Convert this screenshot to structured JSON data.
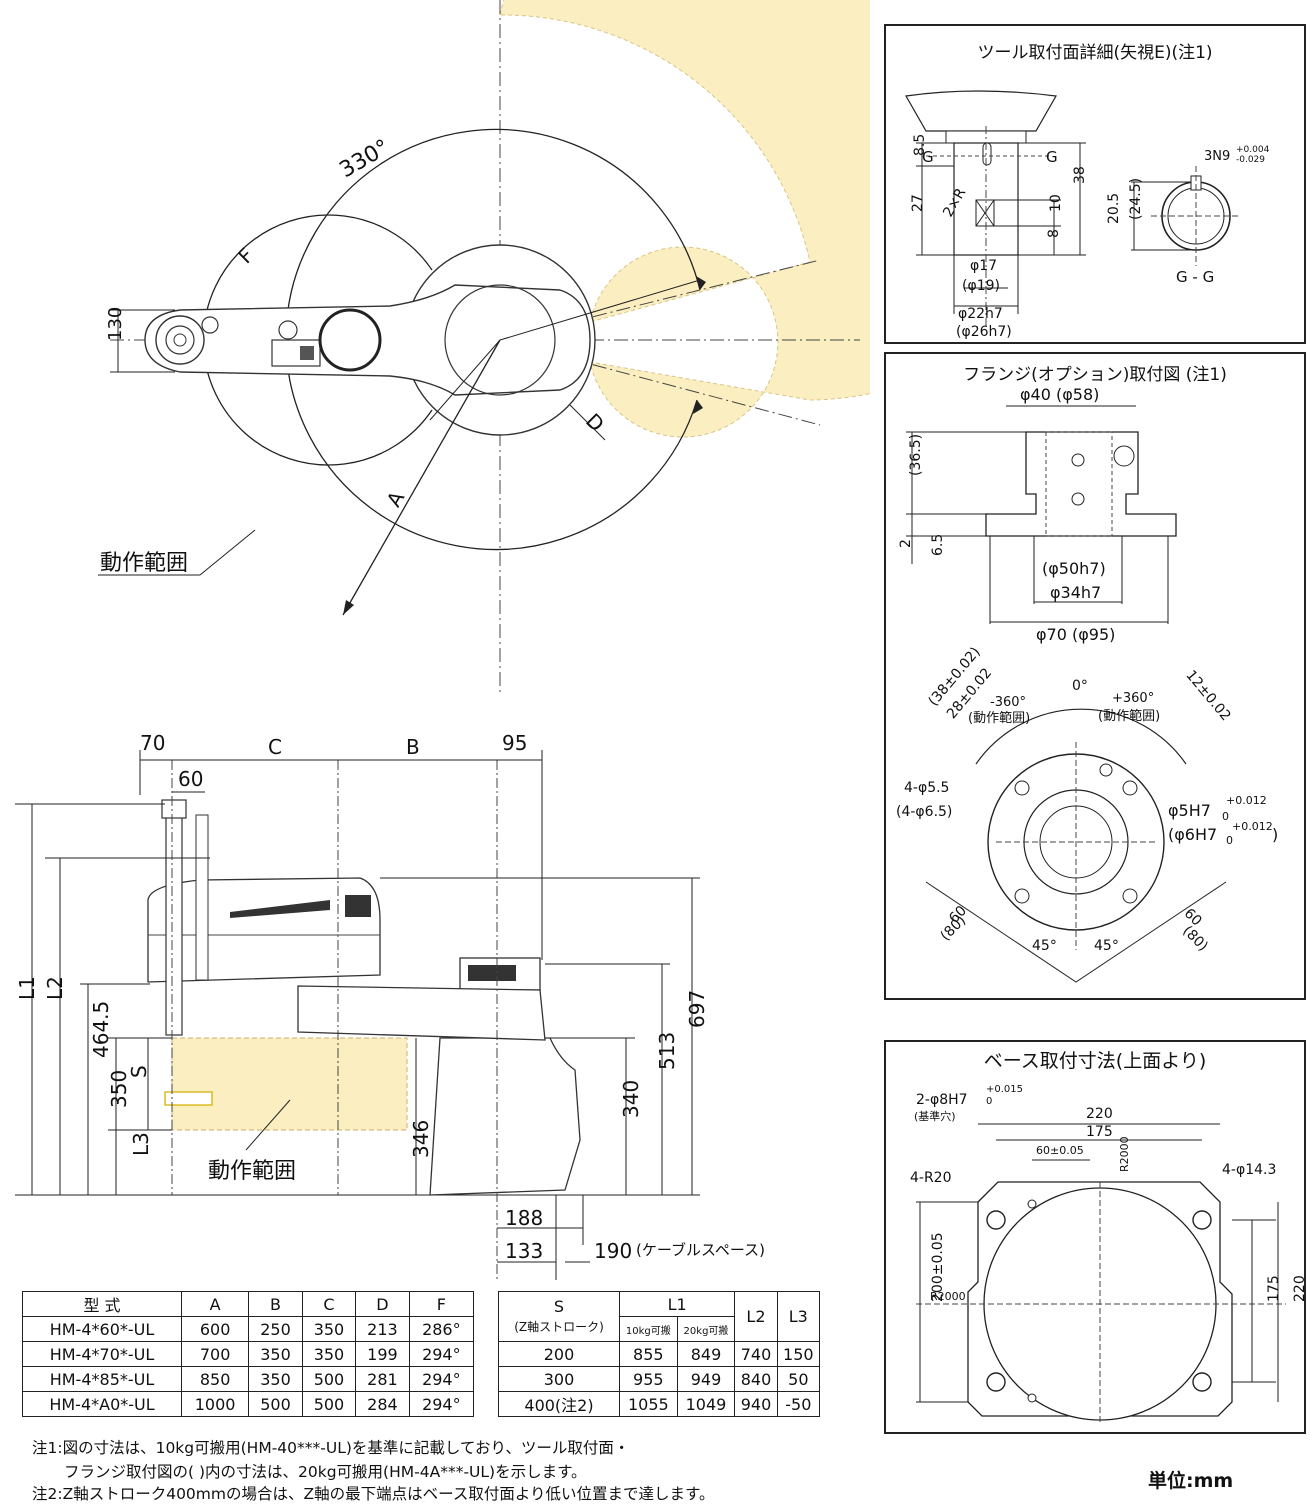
{
  "top_view": {
    "angle_label": "330°",
    "dim_130": "130",
    "label_A": "A",
    "label_D": "D",
    "label_F": "F",
    "range_label": "動作範囲"
  },
  "side_view": {
    "dims": {
      "d70": "70",
      "d60": "60",
      "dC": "C",
      "dB": "B",
      "d95": "95",
      "dL1": "L1",
      "dL2": "L2",
      "d464": "464.5",
      "d350": "350",
      "dS": "S",
      "dL3": "L3",
      "d346": "346",
      "d340": "340",
      "d513": "513",
      "d697": "697",
      "d188": "188",
      "d133": "133",
      "d190": "190",
      "cable": "(ケーブルスペース)"
    },
    "range_label": "動作範囲"
  },
  "tool_panel": {
    "title": "ツール取付面詳細(矢視E)(注1)",
    "labels": {
      "g1": "G",
      "g2": "G",
      "d85": "8.5",
      "d27": "27",
      "r2": "2×R",
      "d10": "10",
      "d8": "8",
      "d38": "38",
      "phi17": "φ17",
      "phi19": "(φ19)",
      "phi22": "φ22h7",
      "phi26": "(φ26h7)",
      "d205": "20.5",
      "d245": "(24.5)",
      "n3": "3N9",
      "tol_up": "+0.004",
      "tol_dn": "-0.029",
      "gg": "G - G"
    }
  },
  "flange_panel": {
    "title": "フランジ(オプション)取付図 (注1)",
    "labels": {
      "phi40": "φ40 (φ58)",
      "d365": "(36.5)",
      "d2": "2",
      "d65": "6.5",
      "phi50": "(φ50h7)",
      "phi34": "φ34h7",
      "phi70": "φ70 (φ95)",
      "d38": "(38±0.02)",
      "d28": "28±0.02",
      "d0": "0°",
      "m360": "-360°",
      "m360b": "(動作範囲)",
      "p360": "+360°",
      "p360b": "(動作範囲)",
      "d12": "12±0.02",
      "h55": "4-φ5.5",
      "h65": "(4-φ6.5)",
      "h5": "φ5H7",
      "h6": "(φ6H7",
      "h6c": ")",
      "t012": "+0.012",
      "t0": "0",
      "t012b": "+0.012",
      "t0b": "0",
      "s60a": "60",
      "s80a": "(80)",
      "a45a": "45°",
      "a45b": "45°",
      "s60b": "60",
      "s80b": "(80)"
    }
  },
  "base_panel": {
    "title": "ベース取付寸法(上面より)",
    "labels": {
      "h8": "2-φ8H7",
      "t015": "+0.015",
      "t0": "0",
      "ref": "(基準穴)",
      "d220": "220",
      "d175": "175",
      "d60": "60±0.05",
      "r2000a": "R2000",
      "r20": "4-R20",
      "h143": "4-φ14.3",
      "d200": "200±0.05",
      "r2000b": "R2000",
      "v175": "175",
      "v220": "220"
    }
  },
  "table1": {
    "headers": [
      "型 式",
      "A",
      "B",
      "C",
      "D",
      "F"
    ],
    "rows": [
      [
        "HM-4*60*-UL",
        "600",
        "250",
        "350",
        "213",
        "286°"
      ],
      [
        "HM-4*70*-UL",
        "700",
        "350",
        "350",
        "199",
        "294°"
      ],
      [
        "HM-4*85*-UL",
        "850",
        "350",
        "500",
        "281",
        "294°"
      ],
      [
        "HM-4*A0*-UL",
        "1000",
        "500",
        "500",
        "284",
        "294°"
      ]
    ]
  },
  "table2": {
    "h_S": "S",
    "h_S2": "(Z軸ストローク)",
    "h_L1": "L1",
    "h_L1a": "10kg可搬",
    "h_L1b": "20kg可搬",
    "h_L2": "L2",
    "h_L3": "L3",
    "rows": [
      [
        "200",
        "855",
        "849",
        "740",
        "150"
      ],
      [
        "300",
        "955",
        "949",
        "840",
        "50"
      ],
      [
        "400(注2)",
        "1055",
        "1049",
        "940",
        "-50"
      ]
    ]
  },
  "notes": {
    "n1": "注1:図の寸法は、10kg可搬用(HM-40***-UL)を基準に記載しており、ツール取付面・",
    "n1b": "フランジ取付図の(  )内の寸法は、20kg可搬用(HM-4A***-UL)を示します。",
    "n2": "注2:Z軸ストローク400mmの場合は、Z軸の最下端点はベース取付面より低い位置まで達します。"
  },
  "unit_label": "単位:mm",
  "colors": {
    "range_fill": "#fbeec0",
    "line": "#222222"
  }
}
